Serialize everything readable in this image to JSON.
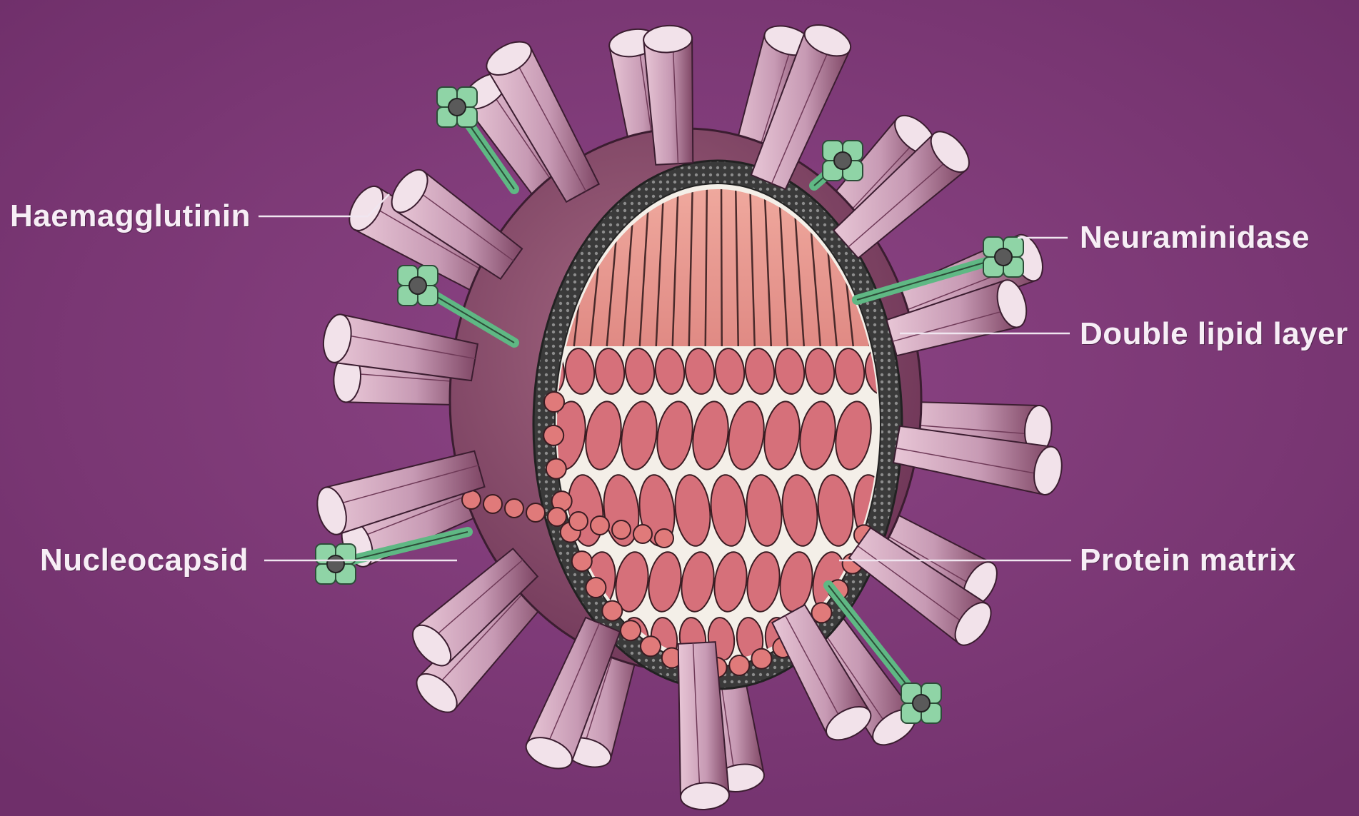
{
  "labels": {
    "haemagglutinin": "Haemagglutinin",
    "neuraminidase": "Neuraminidase",
    "double_lipid_layer": "Double lipid layer",
    "nucleocapsid": "Nucleocapsid",
    "protein_matrix": "Protein matrix"
  },
  "colors": {
    "background": "#7e3a78",
    "spike_light": "#c79ab4",
    "spike_dark": "#8e5070",
    "envelope_outer": "#8a4b68",
    "lipid_layer": "#3c3c3c",
    "protein_matrix": "#e28b86",
    "nucleocapsid": "#d6707a",
    "neuraminidase": "#8fd4a6",
    "label_text": "#f7eef6"
  }
}
